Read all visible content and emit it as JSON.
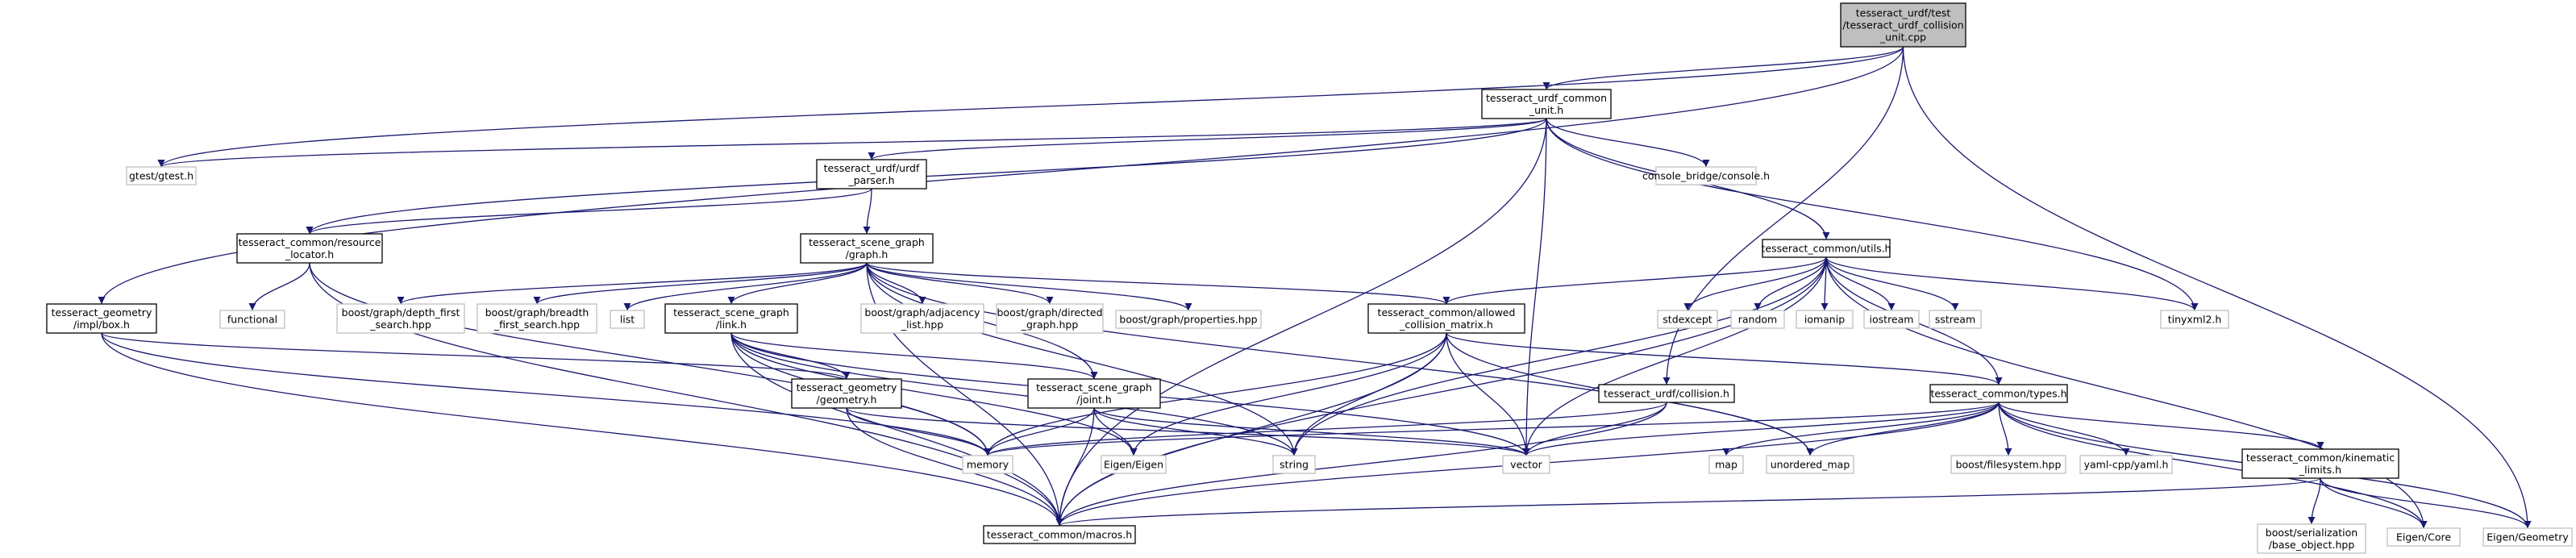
{
  "colors": {
    "edge": "#191970",
    "node_border_header": "#000000",
    "node_border_system": "#bfbfbf",
    "node_fill": "#ffffff",
    "root_fill": "#bfbfbf"
  },
  "nodes": [
    {
      "id": "root",
      "kind": "root",
      "lines": [
        "tesseract_urdf/test",
        "/tesseract_urdf_collision",
        "_unit.cpp"
      ]
    },
    {
      "id": "common_unit",
      "kind": "header",
      "lines": [
        "tesseract_urdf_common",
        "_unit.h"
      ]
    },
    {
      "id": "gtest",
      "kind": "system",
      "lines": [
        "gtest/gtest.h"
      ]
    },
    {
      "id": "urdf_parser",
      "kind": "header",
      "lines": [
        "tesseract_urdf/urdf",
        "_parser.h"
      ]
    },
    {
      "id": "console",
      "kind": "system",
      "lines": [
        "console_bridge/console.h"
      ]
    },
    {
      "id": "resource_locator",
      "kind": "header",
      "lines": [
        "tesseract_common/resource",
        "_locator.h"
      ]
    },
    {
      "id": "scene_graph",
      "kind": "header",
      "lines": [
        "tesseract_scene_graph",
        "/graph.h"
      ]
    },
    {
      "id": "utils",
      "kind": "header",
      "lines": [
        "tesseract_common/utils.h"
      ]
    },
    {
      "id": "box",
      "kind": "header",
      "lines": [
        "tesseract_geometry",
        "/impl/box.h"
      ]
    },
    {
      "id": "functional",
      "kind": "system",
      "lines": [
        "functional"
      ]
    },
    {
      "id": "dfs",
      "kind": "system",
      "lines": [
        "boost/graph/depth_first",
        "_search.hpp"
      ]
    },
    {
      "id": "bfs",
      "kind": "system",
      "lines": [
        "boost/graph/breadth",
        "_first_search.hpp"
      ]
    },
    {
      "id": "list",
      "kind": "system",
      "lines": [
        "list"
      ]
    },
    {
      "id": "link",
      "kind": "header",
      "lines": [
        "tesseract_scene_graph",
        "/link.h"
      ]
    },
    {
      "id": "adjacency",
      "kind": "system",
      "lines": [
        "boost/graph/adjacency",
        "_list.hpp"
      ]
    },
    {
      "id": "directed",
      "kind": "system",
      "lines": [
        "boost/graph/directed",
        "_graph.hpp"
      ]
    },
    {
      "id": "properties",
      "kind": "system",
      "lines": [
        "boost/graph/properties.hpp"
      ]
    },
    {
      "id": "acm",
      "kind": "header",
      "lines": [
        "tesseract_common/allowed",
        "_collision_matrix.h"
      ]
    },
    {
      "id": "stdexcept",
      "kind": "system",
      "lines": [
        "stdexcept"
      ]
    },
    {
      "id": "random",
      "kind": "system",
      "lines": [
        "random"
      ]
    },
    {
      "id": "iomanip",
      "kind": "system",
      "lines": [
        "iomanip"
      ]
    },
    {
      "id": "iostream",
      "kind": "system",
      "lines": [
        "iostream"
      ]
    },
    {
      "id": "sstream",
      "kind": "system",
      "lines": [
        "sstream"
      ]
    },
    {
      "id": "tinyxml2",
      "kind": "system",
      "lines": [
        "tinyxml2.h"
      ]
    },
    {
      "id": "geometry",
      "kind": "header",
      "lines": [
        "tesseract_geometry",
        "/geometry.h"
      ]
    },
    {
      "id": "joint",
      "kind": "header",
      "lines": [
        "tesseract_scene_graph",
        "/joint.h"
      ]
    },
    {
      "id": "collision",
      "kind": "header",
      "lines": [
        "tesseract_urdf/collision.h"
      ]
    },
    {
      "id": "types",
      "kind": "header",
      "lines": [
        "tesseract_common/types.h"
      ]
    },
    {
      "id": "memory",
      "kind": "system",
      "lines": [
        "memory"
      ]
    },
    {
      "id": "eigen",
      "kind": "system",
      "lines": [
        "Eigen/Eigen"
      ]
    },
    {
      "id": "string",
      "kind": "system",
      "lines": [
        "string"
      ]
    },
    {
      "id": "vector",
      "kind": "system",
      "lines": [
        "vector"
      ]
    },
    {
      "id": "map",
      "kind": "system",
      "lines": [
        "map"
      ]
    },
    {
      "id": "unordered_map",
      "kind": "system",
      "lines": [
        "unordered_map"
      ]
    },
    {
      "id": "filesystem",
      "kind": "system",
      "lines": [
        "boost/filesystem.hpp"
      ]
    },
    {
      "id": "yaml",
      "kind": "system",
      "lines": [
        "yaml-cpp/yaml.h"
      ]
    },
    {
      "id": "kinematic_limits",
      "kind": "header",
      "lines": [
        "tesseract_common/kinematic",
        "_limits.h"
      ]
    },
    {
      "id": "macros",
      "kind": "header",
      "lines": [
        "tesseract_common/macros.h"
      ]
    },
    {
      "id": "base_object",
      "kind": "system",
      "lines": [
        "boost/serialization",
        "/base_object.hpp"
      ]
    },
    {
      "id": "eigen_core",
      "kind": "system",
      "lines": [
        "Eigen/Core"
      ]
    },
    {
      "id": "eigen_geometry",
      "kind": "system",
      "lines": [
        "Eigen/Geometry"
      ]
    }
  ],
  "edges": [
    [
      "root",
      "common_unit"
    ],
    [
      "root",
      "gtest"
    ],
    [
      "root",
      "box"
    ],
    [
      "root",
      "collision"
    ],
    [
      "root",
      "eigen_geometry"
    ],
    [
      "common_unit",
      "gtest"
    ],
    [
      "common_unit",
      "urdf_parser"
    ],
    [
      "common_unit",
      "console"
    ],
    [
      "common_unit",
      "resource_locator"
    ],
    [
      "common_unit",
      "utils"
    ],
    [
      "common_unit",
      "tinyxml2"
    ],
    [
      "common_unit",
      "vector"
    ],
    [
      "common_unit",
      "macros"
    ],
    [
      "urdf_parser",
      "resource_locator"
    ],
    [
      "urdf_parser",
      "scene_graph"
    ],
    [
      "resource_locator",
      "functional"
    ],
    [
      "resource_locator",
      "memory"
    ],
    [
      "resource_locator",
      "macros"
    ],
    [
      "scene_graph",
      "dfs"
    ],
    [
      "scene_graph",
      "bfs"
    ],
    [
      "scene_graph",
      "list"
    ],
    [
      "scene_graph",
      "link"
    ],
    [
      "scene_graph",
      "adjacency"
    ],
    [
      "scene_graph",
      "directed"
    ],
    [
      "scene_graph",
      "properties"
    ],
    [
      "scene_graph",
      "acm"
    ],
    [
      "scene_graph",
      "joint"
    ],
    [
      "scene_graph",
      "string"
    ],
    [
      "scene_graph",
      "unordered_map"
    ],
    [
      "scene_graph",
      "macros"
    ],
    [
      "utils",
      "stdexcept"
    ],
    [
      "utils",
      "random"
    ],
    [
      "utils",
      "iomanip"
    ],
    [
      "utils",
      "iostream"
    ],
    [
      "utils",
      "sstream"
    ],
    [
      "utils",
      "tinyxml2"
    ],
    [
      "utils",
      "acm"
    ],
    [
      "utils",
      "types"
    ],
    [
      "utils",
      "string"
    ],
    [
      "utils",
      "vector"
    ],
    [
      "utils",
      "eigen_core"
    ],
    [
      "utils",
      "macros"
    ],
    [
      "box",
      "geometry"
    ],
    [
      "box",
      "memory"
    ],
    [
      "box",
      "macros"
    ],
    [
      "link",
      "geometry"
    ],
    [
      "link",
      "joint"
    ],
    [
      "link",
      "memory"
    ],
    [
      "link",
      "eigen"
    ],
    [
      "link",
      "string"
    ],
    [
      "link",
      "vector"
    ],
    [
      "link",
      "macros"
    ],
    [
      "acm",
      "memory"
    ],
    [
      "acm",
      "eigen"
    ],
    [
      "acm",
      "string"
    ],
    [
      "acm",
      "vector"
    ],
    [
      "acm",
      "unordered_map"
    ],
    [
      "acm",
      "types"
    ],
    [
      "acm",
      "macros"
    ],
    [
      "geometry",
      "memory"
    ],
    [
      "geometry",
      "vector"
    ],
    [
      "geometry",
      "macros"
    ],
    [
      "joint",
      "memory"
    ],
    [
      "joint",
      "eigen"
    ],
    [
      "joint",
      "string"
    ],
    [
      "joint",
      "vector"
    ],
    [
      "joint",
      "macros"
    ],
    [
      "collision",
      "memory"
    ],
    [
      "collision",
      "vector"
    ],
    [
      "collision",
      "macros"
    ],
    [
      "types",
      "memory"
    ],
    [
      "types",
      "map"
    ],
    [
      "types",
      "unordered_map"
    ],
    [
      "types",
      "vector"
    ],
    [
      "types",
      "filesystem"
    ],
    [
      "types",
      "yaml"
    ],
    [
      "types",
      "kinematic_limits"
    ],
    [
      "types",
      "eigen_core"
    ],
    [
      "types",
      "eigen_geometry"
    ],
    [
      "types",
      "macros"
    ],
    [
      "kinematic_limits",
      "base_object"
    ],
    [
      "kinematic_limits",
      "eigen_core"
    ],
    [
      "kinematic_limits",
      "eigen_geometry"
    ],
    [
      "kinematic_limits",
      "macros"
    ]
  ]
}
